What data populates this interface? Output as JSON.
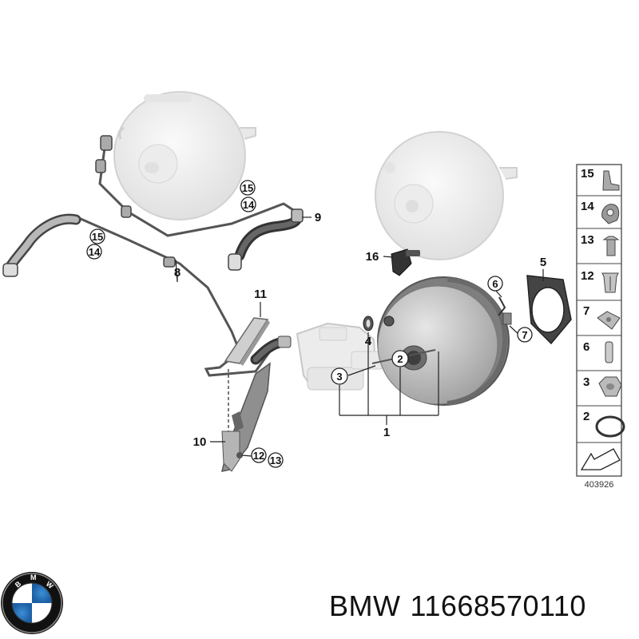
{
  "callouts": {
    "c1": "1",
    "c2": "2",
    "c3": "3",
    "c4": "4",
    "c5": "5",
    "c6": "6",
    "c7": "7",
    "c8": "8",
    "c9": "9",
    "c10": "10",
    "c11": "11",
    "c12": "12",
    "c13": "13",
    "c14": "14",
    "c15": "15",
    "c16": "16",
    "c14b": "14",
    "c15b": "15"
  },
  "legend": {
    "items": [
      "15",
      "14",
      "13",
      "12",
      "7",
      "6",
      "3",
      "2"
    ],
    "ref_number": "403926"
  },
  "brand": {
    "name": "BMW",
    "part_number": "11668570110"
  },
  "colors": {
    "line": "#333333",
    "ghost": "#cfcfcf",
    "booster": "#c8c8c8"
  }
}
